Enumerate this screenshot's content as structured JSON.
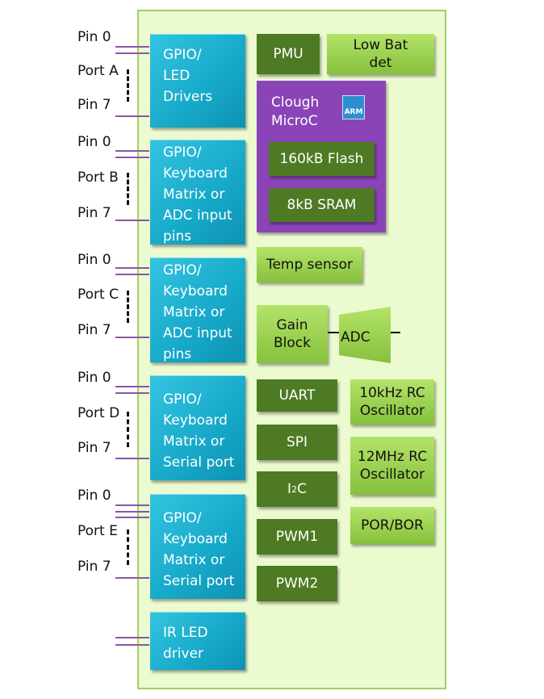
{
  "ports": [
    {
      "pin_first": "Pin 0",
      "port": "Port A",
      "pin_last": "Pin 7"
    },
    {
      "pin_first": "Pin 0",
      "port": "Port B",
      "pin_last": "Pin 7"
    },
    {
      "pin_first": "Pin 0",
      "port": "Port C",
      "pin_last": "Pin 7"
    },
    {
      "pin_first": "Pin 0",
      "port": "Port D",
      "pin_last": "Pin 7"
    },
    {
      "pin_first": "Pin 0",
      "port": "Port E",
      "pin_last": "Pin 7"
    }
  ],
  "gpio_blocks": [
    [
      "GPIO/",
      "LED",
      "Drivers"
    ],
    [
      "GPIO/",
      "Keyboard",
      "Matrix or",
      "ADC input",
      "pins"
    ],
    [
      "GPIO/",
      "Keyboard",
      "Matrix or",
      "ADC input",
      "pins"
    ],
    [
      "GPIO/",
      "Keyboard",
      "Matrix or",
      "Serial port"
    ],
    [
      "GPIO/",
      "Keyboard",
      "Matrix or",
      "Serial port"
    ],
    [
      "IR LED",
      "driver"
    ]
  ],
  "pmu": "PMU",
  "low_bat": [
    "Low Bat",
    "det"
  ],
  "mcu": {
    "line1": "Clough",
    "line2": "MicroC",
    "arm_logo": "ARM",
    "flash": "160kB Flash",
    "sram": "8kB SRAM"
  },
  "temp_sensor": "Temp sensor",
  "gain_block": [
    "Gain",
    "Block"
  ],
  "adc": "ADC",
  "peripherals": [
    "UART",
    "SPI",
    "I2C",
    "PWM1",
    "PWM2"
  ],
  "i2c": {
    "base": "I",
    "sup": "2",
    "rest": "C"
  },
  "oscillators": {
    "rc10k": [
      "10kHz RC",
      "Oscillator"
    ],
    "rc12m": [
      "12MHz RC",
      "Oscillator"
    ],
    "por_bor": "POR/BOR"
  }
}
